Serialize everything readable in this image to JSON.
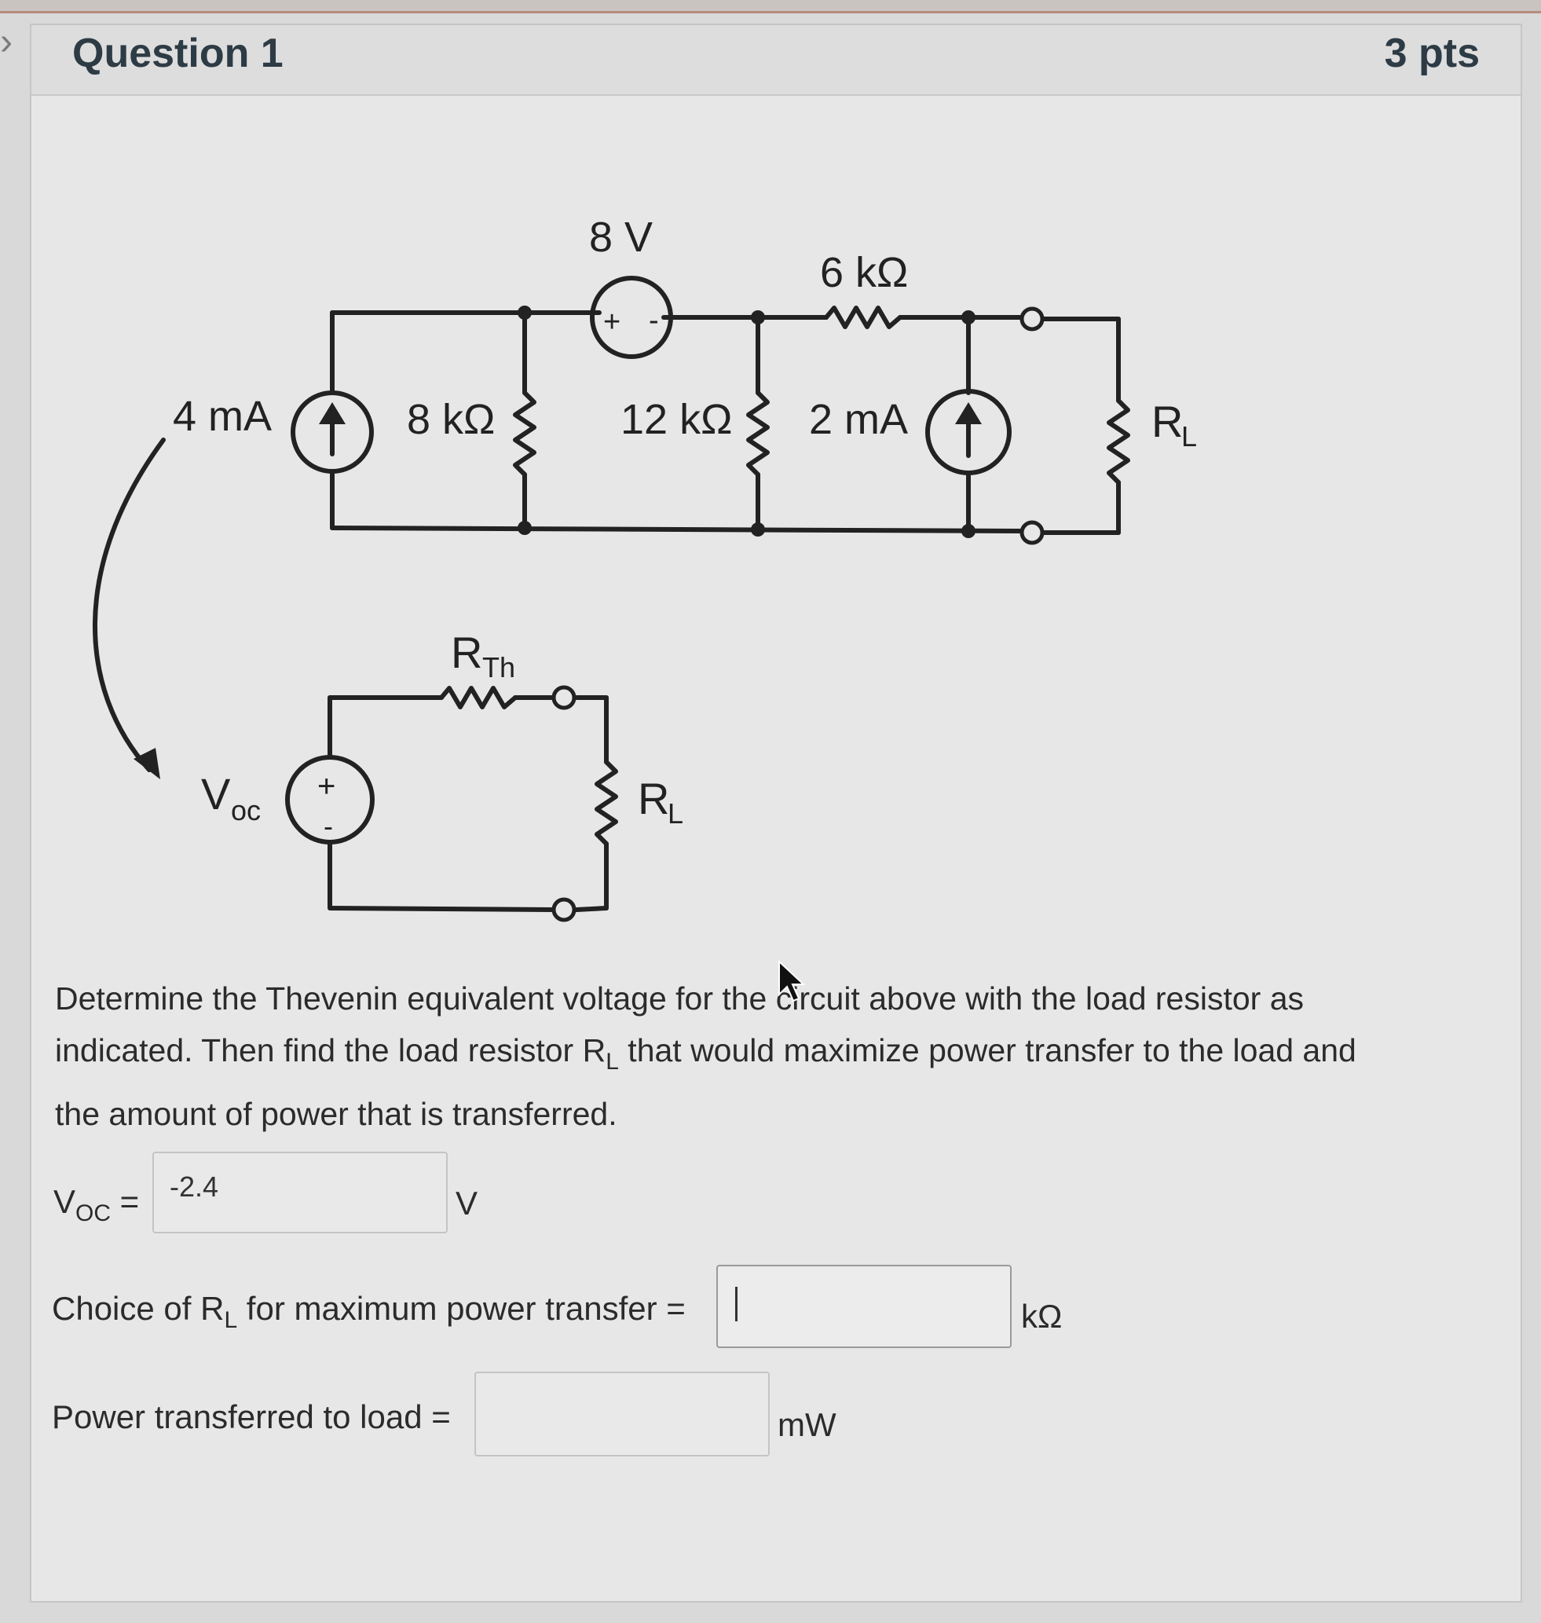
{
  "question": {
    "title": "Question 1",
    "points": "3 pts"
  },
  "circuit": {
    "source_8v": "8 V",
    "res_6k": "6 kΩ",
    "src_4ma": "4 mA",
    "res_8k": "8 kΩ",
    "res_12k": "12 kΩ",
    "src_2ma": "2 mA",
    "rl_top_main": "R",
    "rl_top_sub": "L",
    "rth_main": "R",
    "rth_sub": "Th",
    "voc_main": "V",
    "voc_sub": "oc",
    "rl_bottom_main": "R",
    "rl_bottom_sub": "L",
    "plus": "+",
    "minus": "-"
  },
  "prompt": {
    "line1": "Determine the Thevenin equivalent voltage for the circuit above with the load resistor as",
    "line2_a": "indicated. Then find the load resistor R",
    "line2_sub": "L",
    "line2_b": " that would maximize power transfer to the load and",
    "line3": "the amount of power that is transferred."
  },
  "answers": {
    "voc_label_main": "V",
    "voc_label_sub": "OC",
    "voc_label_eq": " =",
    "voc_value": "-2.4",
    "voc_unit": "V",
    "rl_label_a": "Choice of R",
    "rl_label_sub": "L",
    "rl_label_b": " for maximum power transfer =",
    "rl_value": "",
    "rl_unit": "kΩ",
    "power_label": "Power transferred to load =",
    "power_value": "",
    "power_unit": "mW"
  }
}
